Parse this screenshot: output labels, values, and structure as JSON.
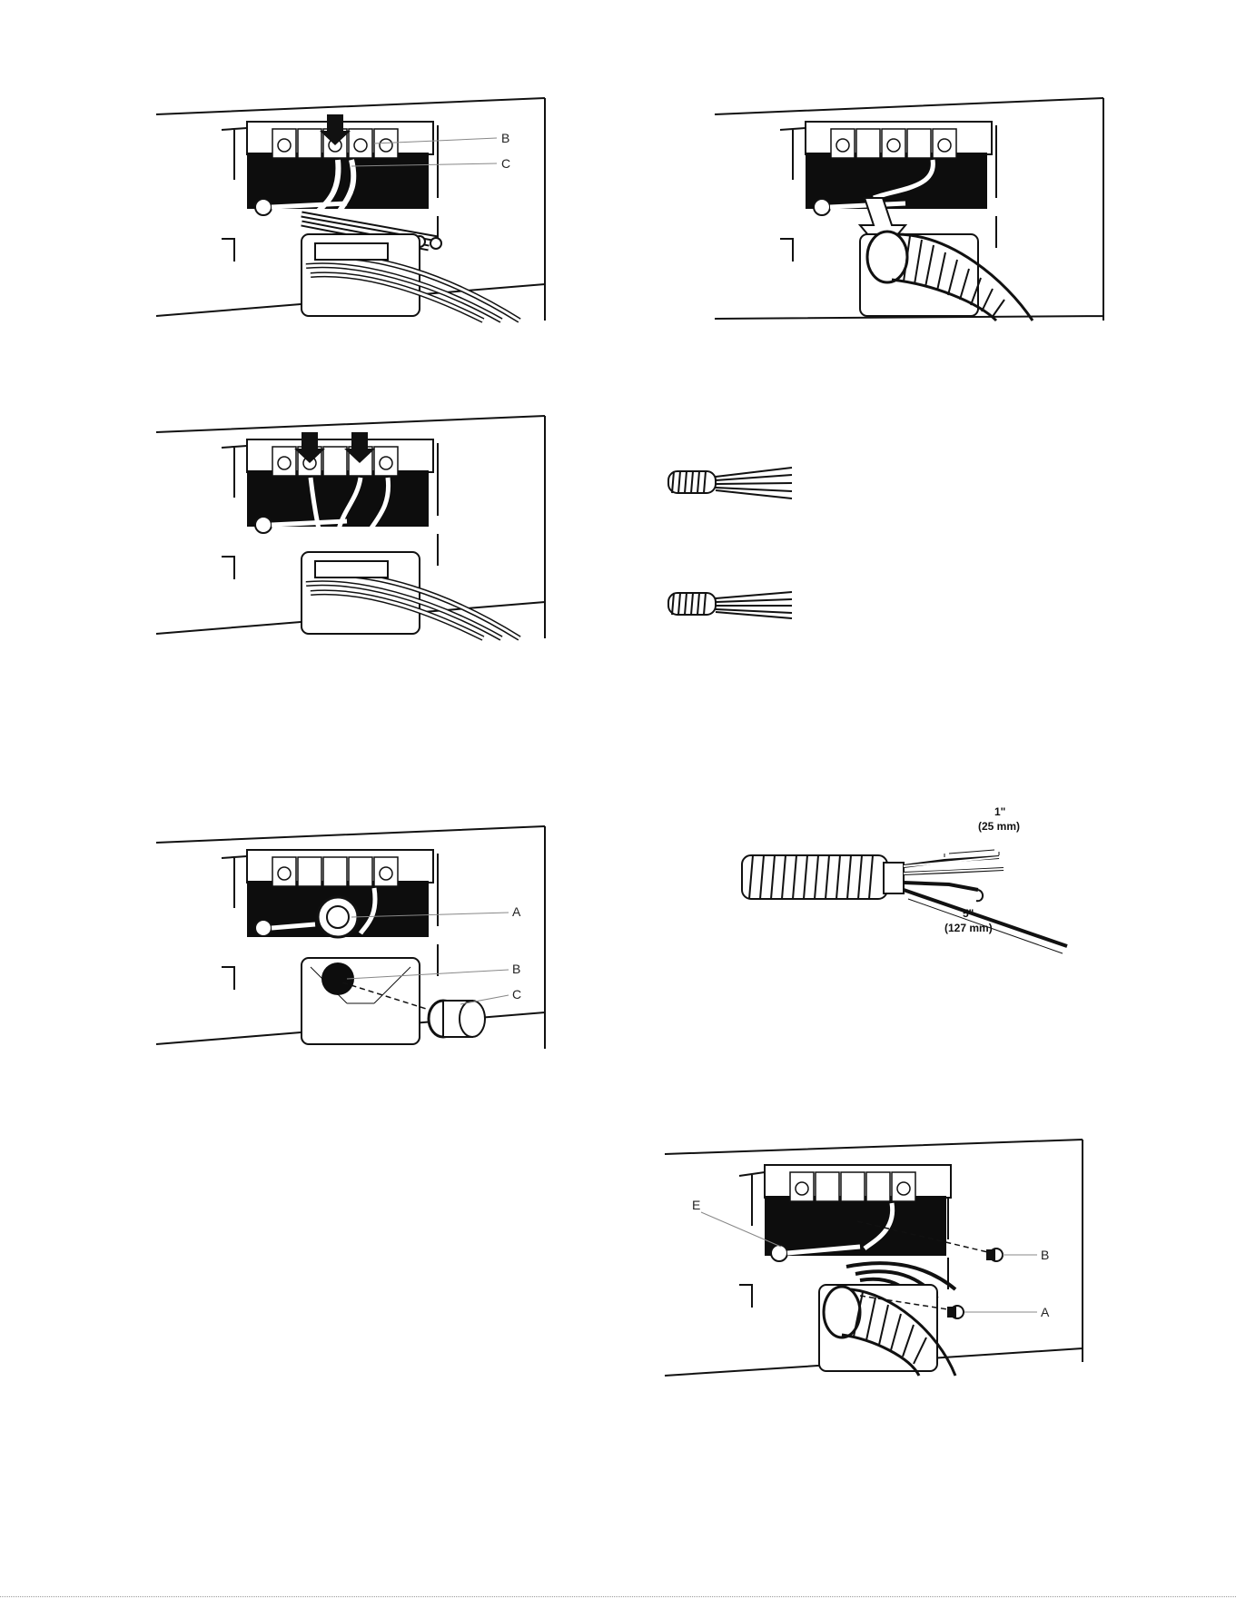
{
  "figures": {
    "fig1": {
      "labels": [
        "B",
        "C"
      ]
    },
    "fig3": {
      "labels": [
        "A",
        "B",
        "C"
      ]
    },
    "fig5": {
      "dim_short_in": "1\"",
      "dim_short_mm": "(25 mm)",
      "dim_long_in": "5\"",
      "dim_long_mm": "(127 mm)"
    },
    "fig6": {
      "labels": [
        "E",
        "B",
        "A"
      ]
    }
  },
  "colors": {
    "ink": "#111111",
    "paper": "#ffffff",
    "panel_black": "#0d0d0d",
    "label_gray": "#222222"
  }
}
